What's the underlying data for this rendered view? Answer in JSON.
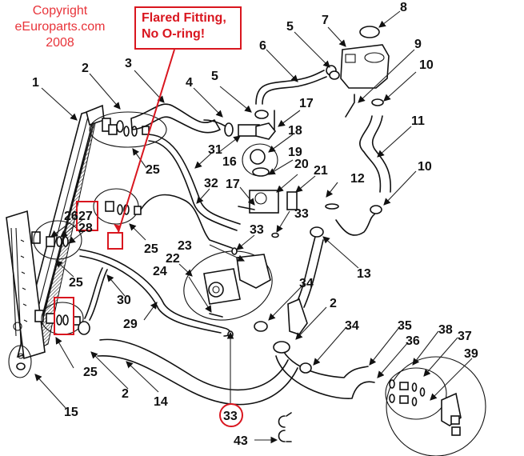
{
  "copyright": {
    "lines": [
      "Copyright",
      "eEuroparts.com",
      "2008"
    ],
    "color": "#e8343a"
  },
  "note": {
    "lines": [
      "Flared Fitting,",
      "No O-ring!"
    ],
    "color": "#d9161f"
  },
  "diagram": {
    "title": "Cooling system exploded parts diagram",
    "callouts": [
      {
        "id": "1",
        "text": "1"
      },
      {
        "id": "2a",
        "text": "2"
      },
      {
        "id": "3",
        "text": "3"
      },
      {
        "id": "4",
        "text": "4"
      },
      {
        "id": "5a",
        "text": "5"
      },
      {
        "id": "5b",
        "text": "5"
      },
      {
        "id": "6",
        "text": "6"
      },
      {
        "id": "7",
        "text": "7"
      },
      {
        "id": "8",
        "text": "8"
      },
      {
        "id": "9",
        "text": "9"
      },
      {
        "id": "10a",
        "text": "10"
      },
      {
        "id": "10b",
        "text": "10"
      },
      {
        "id": "11",
        "text": "11"
      },
      {
        "id": "12",
        "text": "12"
      },
      {
        "id": "13",
        "text": "13"
      },
      {
        "id": "14",
        "text": "14"
      },
      {
        "id": "15",
        "text": "15"
      },
      {
        "id": "16",
        "text": "16"
      },
      {
        "id": "17a",
        "text": "17"
      },
      {
        "id": "17b",
        "text": "17"
      },
      {
        "id": "18",
        "text": "18"
      },
      {
        "id": "19",
        "text": "19"
      },
      {
        "id": "20",
        "text": "20"
      },
      {
        "id": "21",
        "text": "21"
      },
      {
        "id": "22",
        "text": "22"
      },
      {
        "id": "23",
        "text": "23"
      },
      {
        "id": "24",
        "text": "24"
      },
      {
        "id": "25a",
        "text": "25"
      },
      {
        "id": "25b",
        "text": "25"
      },
      {
        "id": "25c",
        "text": "25"
      },
      {
        "id": "25d",
        "text": "25"
      },
      {
        "id": "26",
        "text": "26"
      },
      {
        "id": "27",
        "text": "27"
      },
      {
        "id": "28",
        "text": "28"
      },
      {
        "id": "29",
        "text": "29"
      },
      {
        "id": "30",
        "text": "30"
      },
      {
        "id": "31",
        "text": "31"
      },
      {
        "id": "32",
        "text": "32"
      },
      {
        "id": "33a",
        "text": "33"
      },
      {
        "id": "33b",
        "text": "33"
      },
      {
        "id": "33c",
        "text": "33"
      },
      {
        "id": "33d",
        "text": "33"
      },
      {
        "id": "34a",
        "text": "34"
      },
      {
        "id": "34b",
        "text": "34"
      },
      {
        "id": "2b",
        "text": "2"
      },
      {
        "id": "2c",
        "text": "2"
      },
      {
        "id": "35",
        "text": "35"
      },
      {
        "id": "36",
        "text": "36"
      },
      {
        "id": "37",
        "text": "37"
      },
      {
        "id": "38",
        "text": "38"
      },
      {
        "id": "39",
        "text": "39"
      },
      {
        "id": "43",
        "text": "43"
      }
    ],
    "highlight_color": "#d9161f"
  }
}
